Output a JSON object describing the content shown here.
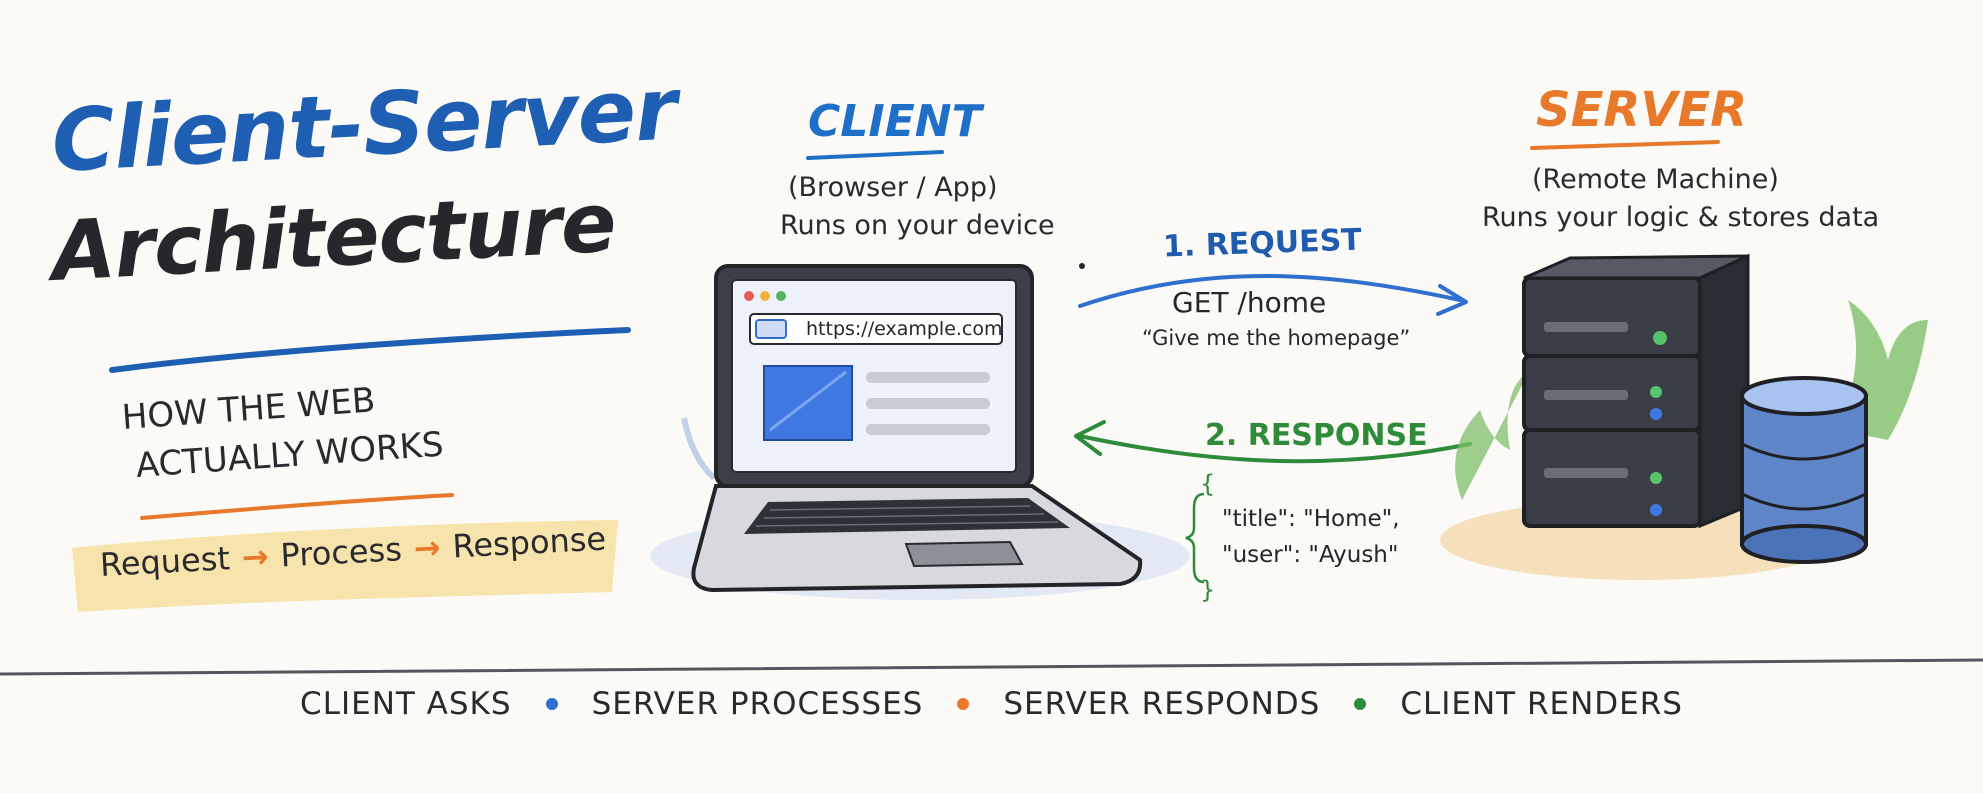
{
  "title": {
    "line1": "Client-Server",
    "line2": "Architecture"
  },
  "subtitle": {
    "line1": "HOW THE WEB",
    "line2": "ACTUALLY WORKS"
  },
  "flow": {
    "step1": "Request",
    "step2": "Process",
    "step3": "Response",
    "arrow": "→"
  },
  "client": {
    "heading": "CLIENT",
    "sub1": "(Browser / App)",
    "sub2": "Runs on your device",
    "url": "https://example.com"
  },
  "server": {
    "heading": "SERVER",
    "sub1": "(Remote Machine)",
    "sub2": "Runs your logic & stores data"
  },
  "request": {
    "label": "1. REQUEST",
    "method": "GET /home",
    "note": "“Give me the homepage”"
  },
  "response": {
    "label": "2. RESPONSE",
    "open_brace": "{",
    "line1": "\"title\": \"Home\",",
    "line2": "\"user\": \"Ayush\"",
    "close_brace": "}"
  },
  "footer": {
    "items": [
      "CLIENT ASKS",
      "SERVER PROCESSES",
      "SERVER RESPONDS",
      "CLIENT RENDERS"
    ],
    "dot_colors": [
      "#2f6fd0",
      "#e8782a",
      "#2e8b3a"
    ]
  },
  "colors": {
    "blue": "#1f6fc8",
    "orange": "#e8782a",
    "green": "#2e8b3a",
    "ink": "#2a2a2e",
    "highlight": "#f6dfa0",
    "background": "#fbfaf6"
  }
}
